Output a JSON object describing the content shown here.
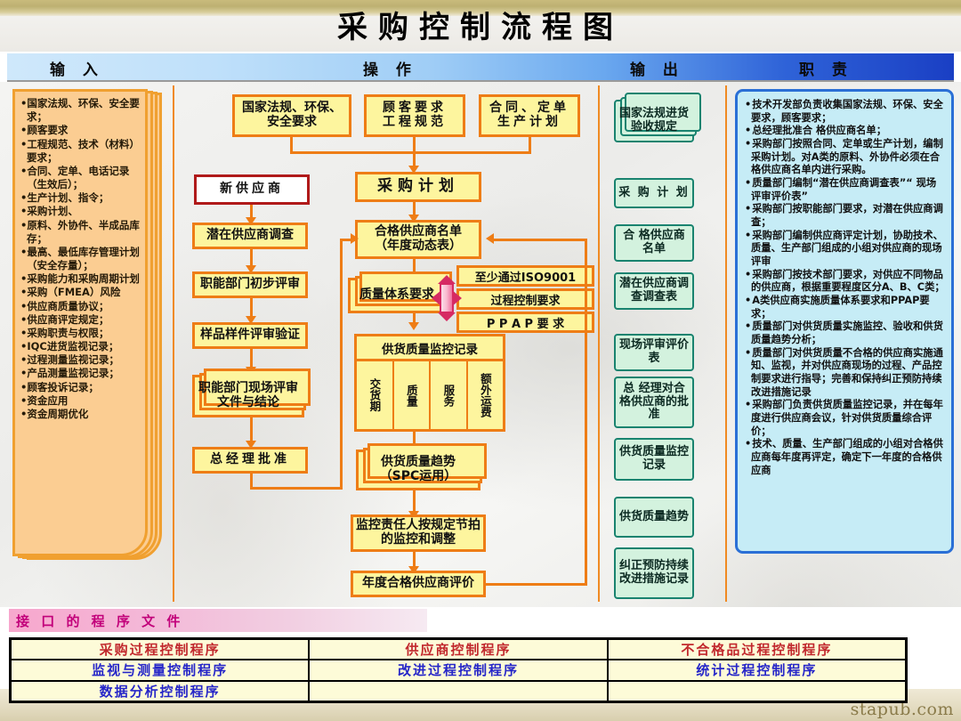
{
  "header": {
    "title": "采购控制流程图",
    "columns": [
      "输 入",
      "操 作",
      "输 出",
      "职 责"
    ]
  },
  "watermark": "stapub.com",
  "input_panel": {
    "items": [
      "国家法规、环保、安全要求；",
      "顾客要求",
      "工程规范、技术（材料）要求；",
      "合同、定单、电话记录（生效后）；",
      "生产计划、指令；",
      "采购计划、",
      "原料、外协件、半成品库存；",
      "最高、最低库存管理计划（安全存量）；",
      "采购能力和采购周期计划",
      "采购（FMEA）风险",
      "供应商质量协议；",
      "供应商评定规定；",
      "采购职责与权限；",
      "IQC进货监视记录；",
      "过程测量监视记录；",
      "产品测量监视记录；",
      "顾客投诉记录；",
      "资金应用",
      "资金周期优化"
    ]
  },
  "operation": {
    "top_boxes": [
      "国家法规、环保、安全要求",
      "顾客要求\n工程规范",
      "合同、定单\n生产计划"
    ],
    "new_supplier": "新供应商",
    "purchase_plan": "采购计划",
    "qualified_list": "合格供应商名单\n（年度动态表）",
    "left_chain": [
      "潜在供应商调查",
      "职能部门初步评审",
      "样品样件评审验证",
      "职能部门现场评审文件与结论",
      "总经理批准"
    ],
    "quality_system": "质量体系要求",
    "iso_rows": [
      "至少通过ISO9001",
      "过程控制要求",
      "P P A P 要 求"
    ],
    "quality_monitor": {
      "title": "供货质量监控记录",
      "cells": [
        "交货期",
        "质量",
        "服务",
        "额外运费"
      ]
    },
    "quality_trend": "供货质量趋势\n（SPC运用）",
    "monitor_adjust": "监控责任人按规定节拍的监控和调整",
    "annual_eval": "年度合格供应商评价"
  },
  "output": {
    "items": [
      "国家法规进货验收规定",
      "采 购 计 划",
      "合 格供应商名单",
      "潜在供应商调查调查表",
      "现场评审评价表",
      "总 经理对合格供应商的批准",
      "供货质量监控记录",
      "供货质量趋势",
      "纠正预防持续改进措施记录"
    ]
  },
  "responsibility": {
    "items": [
      "技术开发部负责收集国家法规、环保、安全要求，顾客要求；",
      "总经理批准合 格供应商名单；",
      "采购部门按照合同、定单或生产计划，编制采购计划。对A类的原料、外协件必须在合格供应商名单内进行采购。",
      "质量部门编制“潜在供应商调查表”“ 现场评审评价表”",
      "采购部门按职能部门要求，对潜在供应商调查；",
      "采购部门编制供应商评定计划，协助技术、质量、生产部门组成的小组对供应商的现场评审",
      "采购部门按技术部门要求，对供应不同物品的供应商，根据重要程度区分A、B、C类；",
      "A类供应商实施质量体系要求和PPAP要求；",
      "质量部门对供货质量实施监控、验收和供货质量趋势分析；",
      "质量部门对供货质量不合格的供应商实施通知、监视，并对供应商现场的过程、产品控制要求进行指导；完善和保持纠正预防持续改进措施记录",
      "采购部门负责供货质量监控记录，并在每年度进行供应商会议，针对供货质量综合评价；",
      "技术、质量、生产部门组成的小组对合格供应商每年度再评定，确定下一年度的合格供应商"
    ]
  },
  "interface": {
    "title": "接 口 的 程 序 文 件",
    "rows": [
      [
        "采购过程控制程序",
        "供应商控制程序",
        "不合格品过程控制程序"
      ],
      [
        "监视与测量控制程序",
        "改进过程控制程序",
        "统计过程控制程序"
      ],
      [
        "数据分析控制程序",
        "",
        ""
      ]
    ]
  },
  "colors": {
    "flow_border": "#ee7d16",
    "flow_fill": "#fdf59e",
    "output_border": "#19836f",
    "output_fill": "#d3f2de",
    "input_fill": "#fbcd92",
    "resp_fill": "#c6ecf6",
    "resp_border": "#2a6fd6",
    "new_supplier_border": "#b01a1a",
    "interface_red": "#c1282d",
    "interface_blue": "#2626c8"
  }
}
